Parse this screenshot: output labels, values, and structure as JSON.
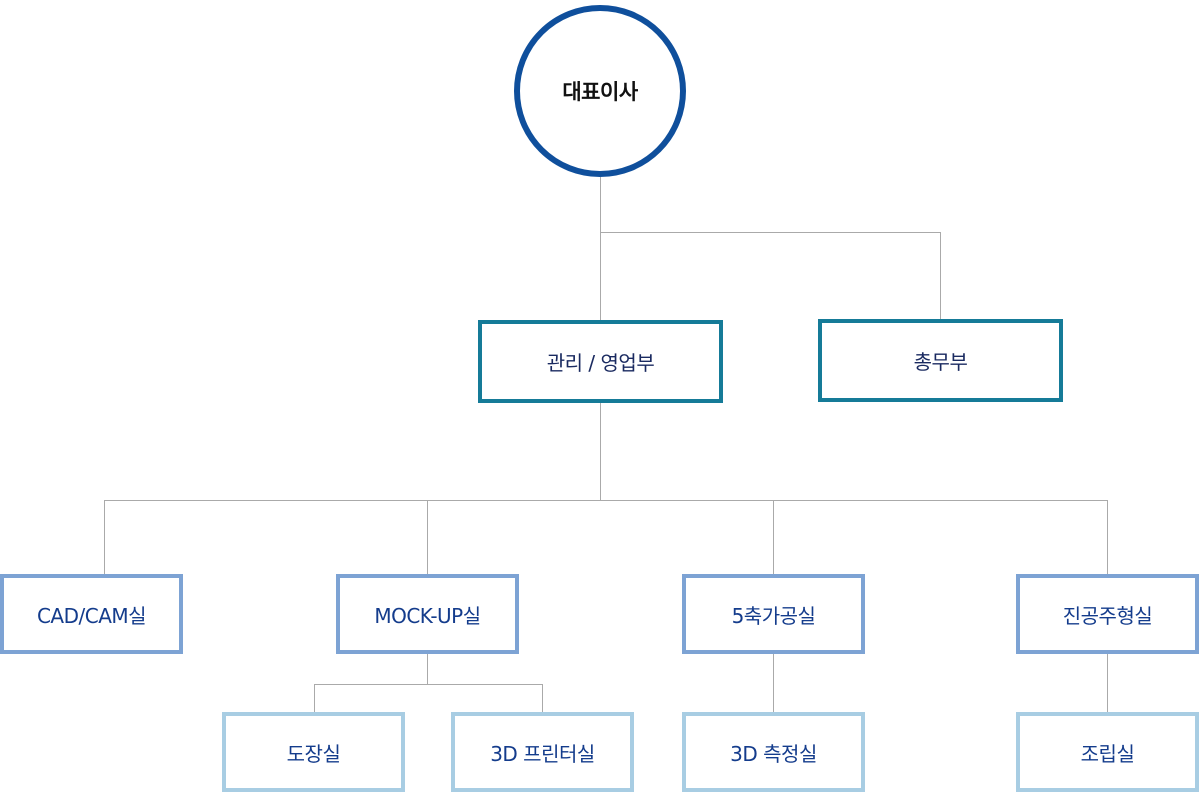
{
  "root": {
    "label": "대표이사"
  },
  "departments": [
    {
      "label": "관리 / 영업부"
    },
    {
      "label": "총무부"
    }
  ],
  "rooms": [
    {
      "label": "CAD/CAM실"
    },
    {
      "label": "MOCK-UP실"
    },
    {
      "label": "5축가공실"
    },
    {
      "label": "진공주형실"
    }
  ],
  "subrooms": [
    {
      "label": "도장실"
    },
    {
      "label": "3D 프린터실"
    },
    {
      "label": "3D 측정실"
    },
    {
      "label": "조립실"
    }
  ],
  "colors": {
    "root_border": "#0f4f9c",
    "department_border": "#157b98",
    "room_border": "#7da3d4",
    "subroom_border": "#a8cde3",
    "connector": "#aaaaaa"
  }
}
